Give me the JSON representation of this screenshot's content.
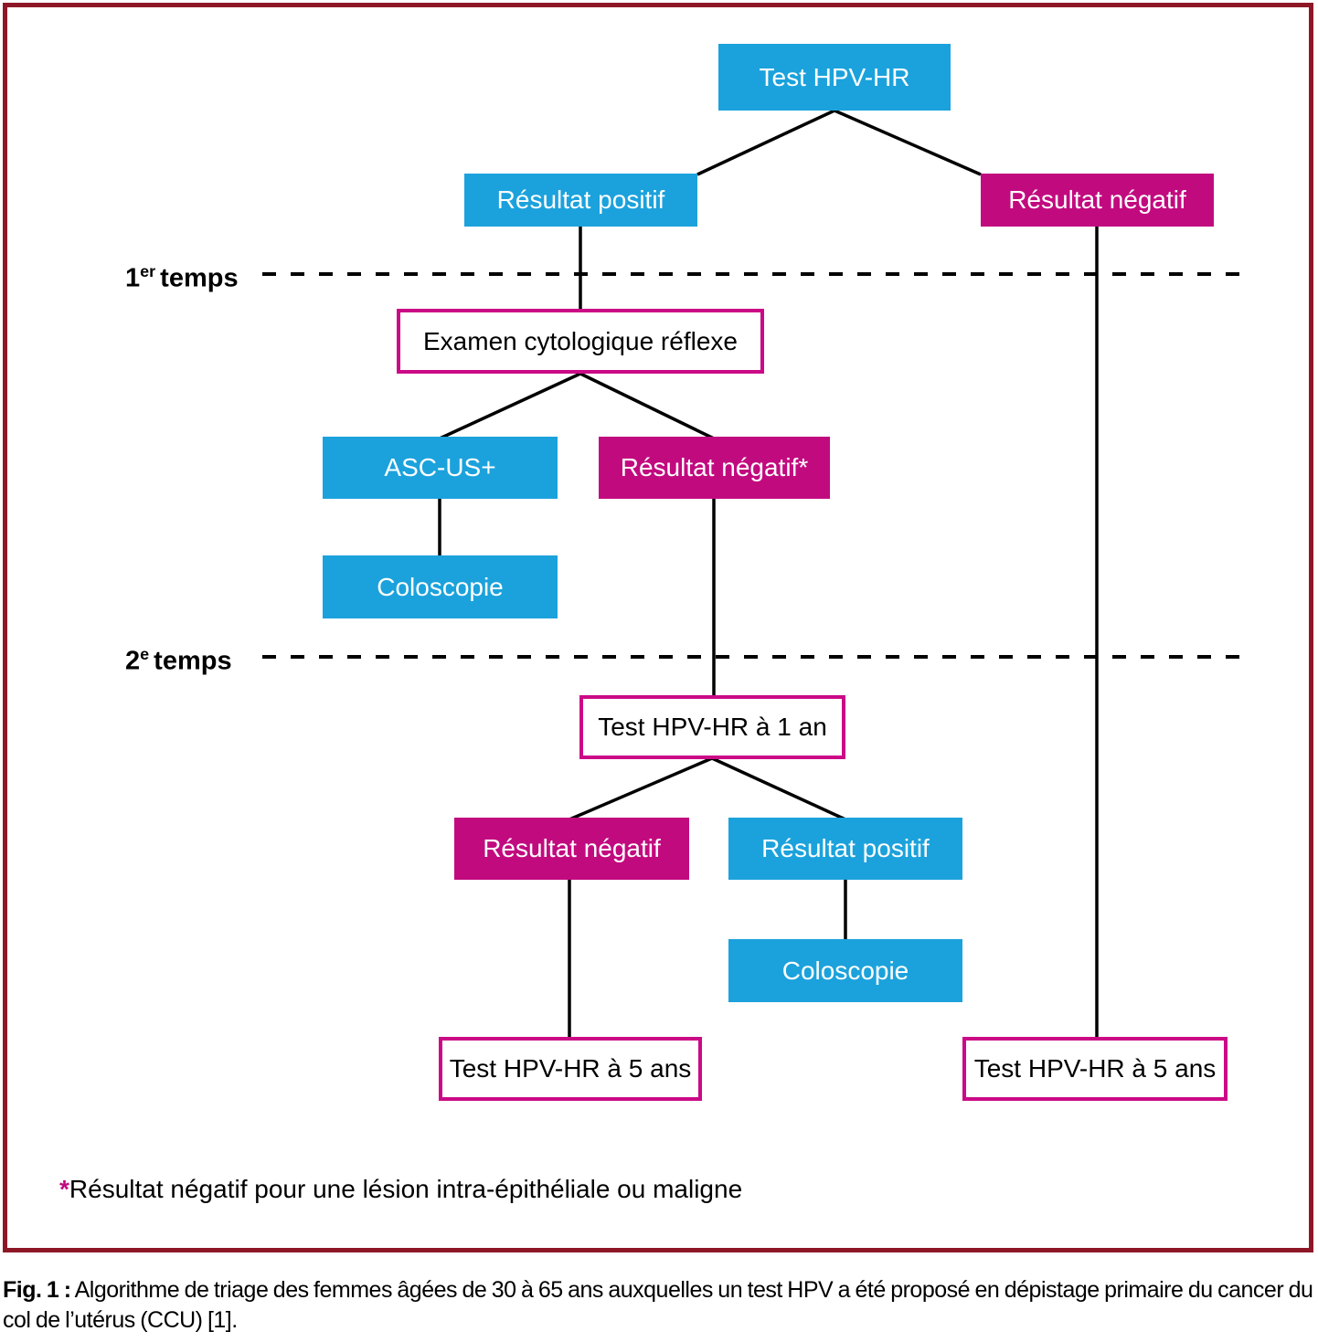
{
  "palette": {
    "blue": "#1ba2dc",
    "magenta": "#c20a7f",
    "outline_border": "#cb0a86",
    "frame_border": "#8e1727",
    "line": "#000000"
  },
  "nodes": {
    "hpv_test_top": "Test HPV-HR",
    "result_positive_1": "Résultat positif",
    "result_negative_1": "Résultat négatif",
    "cytology_exam": "Examen cytologique réflexe",
    "asc_us": "ASC-US+",
    "result_negative_starred": "Résultat négatif*",
    "colposcopy_1": "Coloscopie",
    "hpv_test_1yr": "Test HPV-HR à 1 an",
    "result_negative_2": "Résultat négatif",
    "result_positive_2": "Résultat positif",
    "colposcopy_2": "Coloscopie",
    "hpv_test_5yr_left": "Test HPV-HR à 5 ans",
    "hpv_test_5yr_right": "Test HPV-HR à 5 ans"
  },
  "time_labels": {
    "first": {
      "number": "1",
      "sup": "er",
      "word": "temps"
    },
    "second": {
      "number": "2",
      "sup": "e",
      "word": "temps"
    }
  },
  "footnote": {
    "asterisk": "*",
    "text": "Résultat négatif pour une lésion intra-épithéliale ou maligne"
  },
  "caption": {
    "label": "Fig. 1 :",
    "text": " Algorithme de triage des femmes âgées de 30 à 65 ans auxquelles un test HPV a été proposé en dépistage primaire du cancer du col de l’utérus (CCU) [1]."
  }
}
